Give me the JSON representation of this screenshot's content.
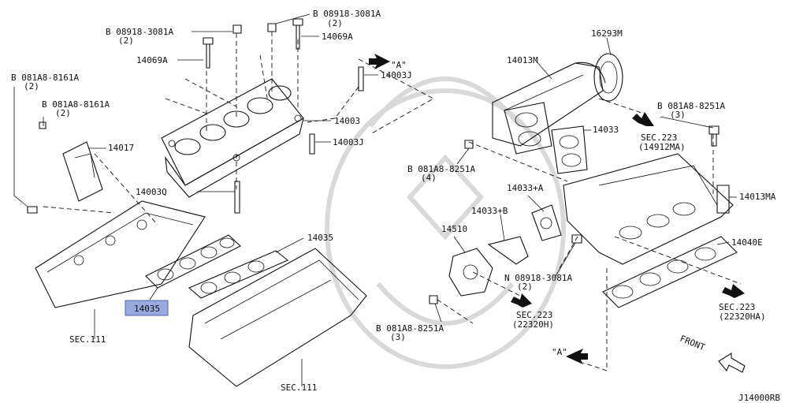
{
  "diagram_id": "J14000RB",
  "highlight_color": "#9aa8e0",
  "labels": {
    "b_08918_3081A_left": "B 08918-3081A",
    "b_08918_3081A_left_qty": "(2)",
    "b_08918_3081A_top": "B 08918-3081A",
    "b_08918_3081A_top_qty": "(2)",
    "p14069A_right": "14069A",
    "p14069A_left": "14069A",
    "view_a_top": "\"A\"",
    "p14003J_top": "14003J",
    "p16293M": "16293M",
    "p14013M": "14013M",
    "b_081A8_8161A_1": "B 081A8-8161A",
    "b_081A8_8161A_1_qty": "(2)",
    "b_081A8_8161A_2": "B 081A8-8161A",
    "b_081A8_8161A_2_qty": "(2)",
    "p14017": "14017",
    "p14003": "14003",
    "p14003J_mid": "14003J",
    "p14033": "14033",
    "b_081A8_8251A_right": "B 081A8-8251A",
    "b_081A8_8251A_right_qty": "(3)",
    "sec223_14912": "SEC.223",
    "sec223_14912_sub": "(14912MA)",
    "b_081A8_8251A_mid": "B 081A8-8251A",
    "b_081A8_8251A_mid_qty": "(4)",
    "p14003Q": "14003Q",
    "p14033A": "14033+A",
    "p14013MA": "14013MA",
    "p14033B": "14033+B",
    "p14510": "14510",
    "p14035_top": "14035",
    "p14040E": "14040E",
    "n_08918_3081A": "N 08918-3081A",
    "n_08918_3081A_qty": "(2)",
    "p14035_hl": "14035",
    "sec223_22320H": "SEC.223",
    "sec223_22320H_sub": "(22320H)",
    "sec223_22320HA": "SEC.223",
    "sec223_22320HA_sub": "(22320HA)",
    "b_081A8_8251A_bot": "B 081A8-8251A",
    "b_081A8_8251A_bot_qty": "(3)",
    "sec111_left": "SEC.111",
    "sec111_bottom": "SEC.111",
    "view_a_bottom": "\"A\"",
    "front": "FRONT"
  }
}
